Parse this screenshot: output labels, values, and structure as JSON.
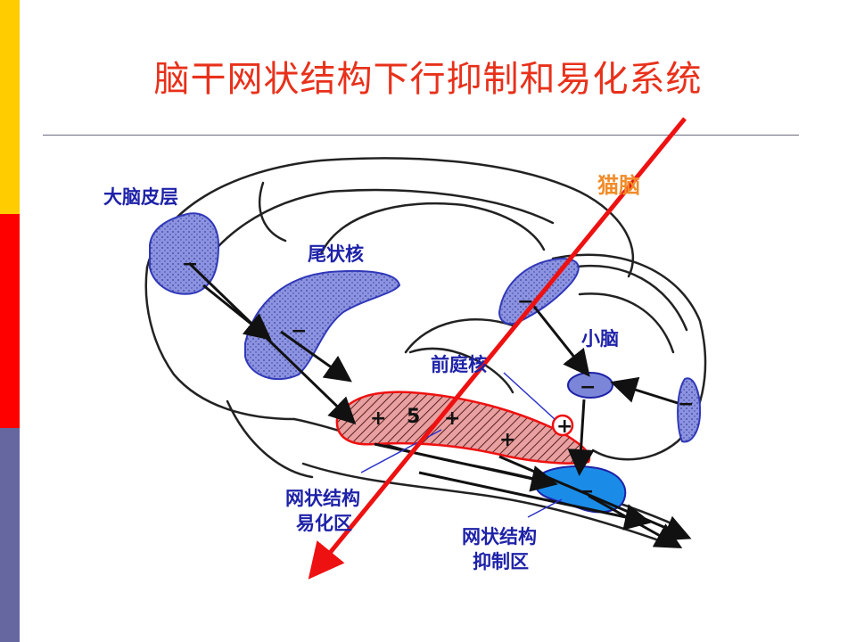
{
  "slide": {
    "title": "脑干网状结构下行抑制和易化系统",
    "colors": {
      "title": "#e8311b",
      "label_blue": "#1e22a8",
      "label_orange": "#f08c2a",
      "accent_red": "#ee1111",
      "region_blue": "#8c93e0",
      "region_red": "#e8a0a0"
    }
  },
  "diagram": {
    "labels": {
      "cortex": "大脑皮层",
      "caudate": "尾状核",
      "cat_brain": "猫脑",
      "cerebellum": "小脑",
      "vestibular": "前庭核",
      "facilitation_line1": "网状结构",
      "facilitation_line2": "易化区",
      "inhibition_line1": "网状结构",
      "inhibition_line2": "抑制区"
    },
    "signs": {
      "facilitation_1": "+",
      "facilitation_2": "+",
      "facilitation_3": "+",
      "facilitation_number": "5",
      "vestibular_plus": "+",
      "inhibition_minus": "−",
      "cortex_minus": "−",
      "caudate_minus": "−",
      "cerebellum_minus": "−",
      "cerebellum_cortex_minus": "−",
      "cerebellum_right_minus": "−"
    }
  }
}
